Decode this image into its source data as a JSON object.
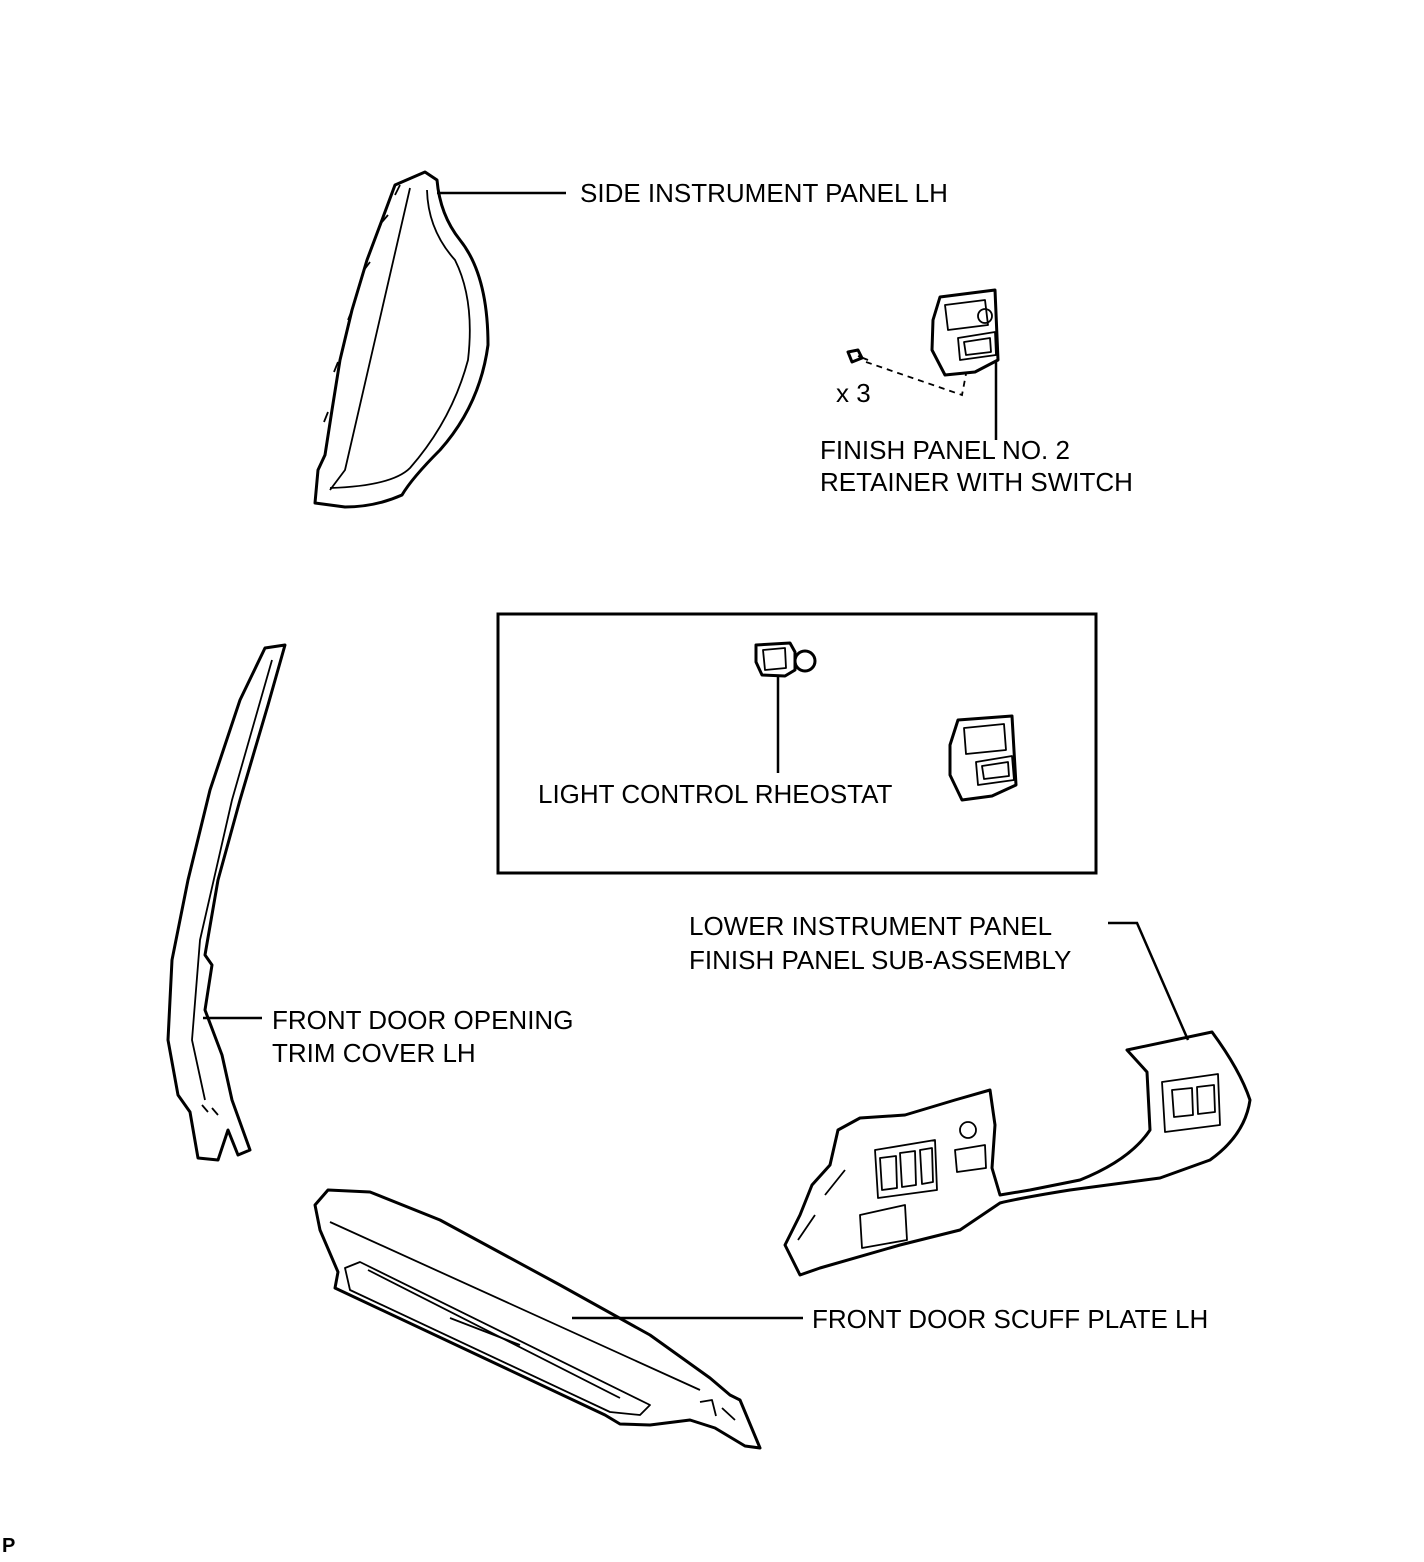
{
  "labels": {
    "side_instrument_panel": "SIDE INSTRUMENT PANEL LH",
    "finish_panel_line1": "FINISH PANEL NO. 2",
    "finish_panel_line2": "RETAINER WITH SWITCH",
    "quantity": "x 3",
    "rheostat": "LIGHT CONTROL RHEOSTAT",
    "lower_panel_line1": "LOWER INSTRUMENT PANEL",
    "lower_panel_line2": "FINISH PANEL SUB-ASSEMBLY",
    "door_trim_line1": "FRONT DOOR OPENING",
    "door_trim_line2": "TRIM COVER LH",
    "scuff_plate": "FRONT DOOR SCUFF PLATE LH",
    "corner_mark": "P"
  }
}
